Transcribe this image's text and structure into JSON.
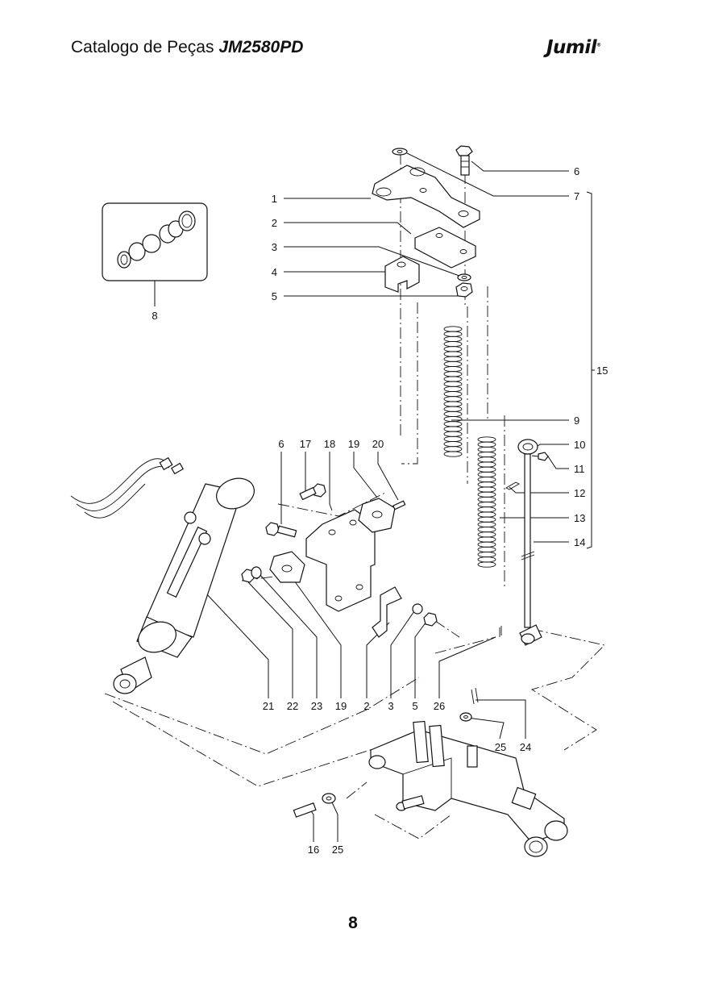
{
  "header": {
    "title_prefix": "Catalogo de Peças",
    "model": "JM2580PD",
    "brand": "Jumil"
  },
  "page": {
    "number": "8"
  },
  "callouts": {
    "c1": "1",
    "c2": "2",
    "c3": "3",
    "c4": "4",
    "c5": "5",
    "c6_top": "6",
    "c7": "7",
    "c8": "8",
    "c9": "9",
    "c10": "10",
    "c11": "11",
    "c12": "12",
    "c13": "13",
    "c14": "14",
    "c15": "15",
    "c6_mid": "6",
    "c17": "17",
    "c18": "18",
    "c19_top": "19",
    "c20": "20",
    "c21": "21",
    "c22": "22",
    "c23": "23",
    "c19_bot": "19",
    "c2_bot": "2",
    "c3_bot": "3",
    "c5_bot": "5",
    "c26": "26",
    "c25_right": "25",
    "c24": "24",
    "c16": "16",
    "c25_bot": "25"
  }
}
